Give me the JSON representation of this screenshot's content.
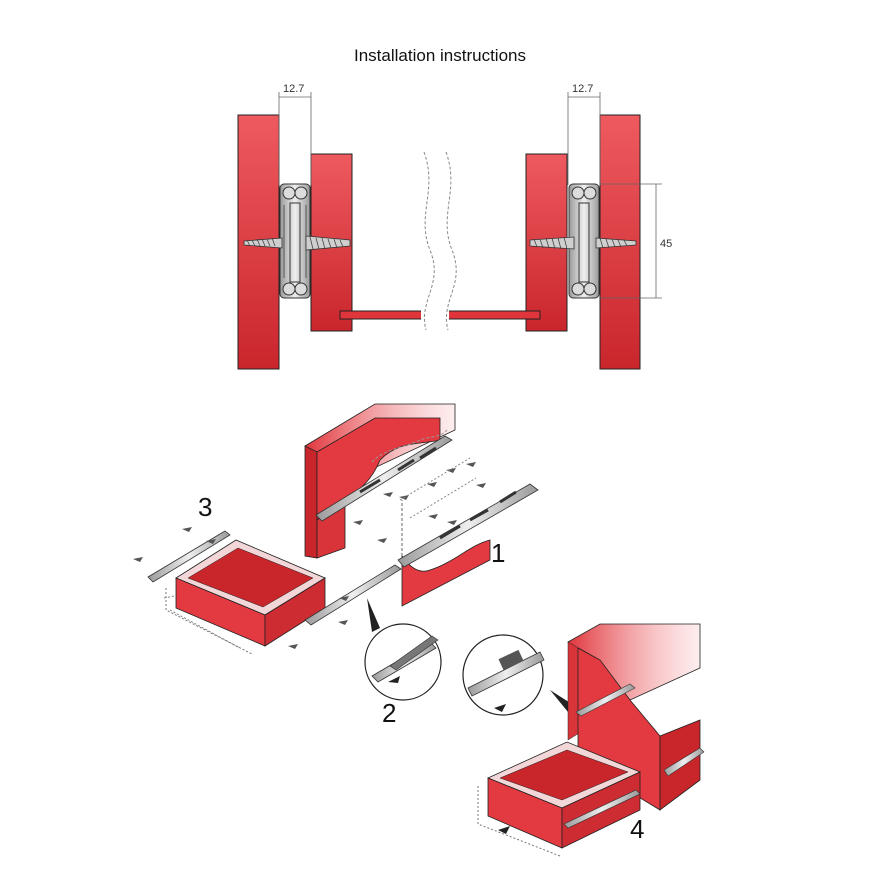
{
  "title": "Installation instructions",
  "dimensions": {
    "left_gap": "12.7",
    "right_gap": "12.7",
    "slide_height": "45"
  },
  "steps": [
    "1",
    "2",
    "3",
    "4"
  ],
  "colors": {
    "panel": "#e0353b",
    "panel_dark": "#b8242a",
    "rail": "#c8c8c8",
    "outline": "#222222"
  }
}
